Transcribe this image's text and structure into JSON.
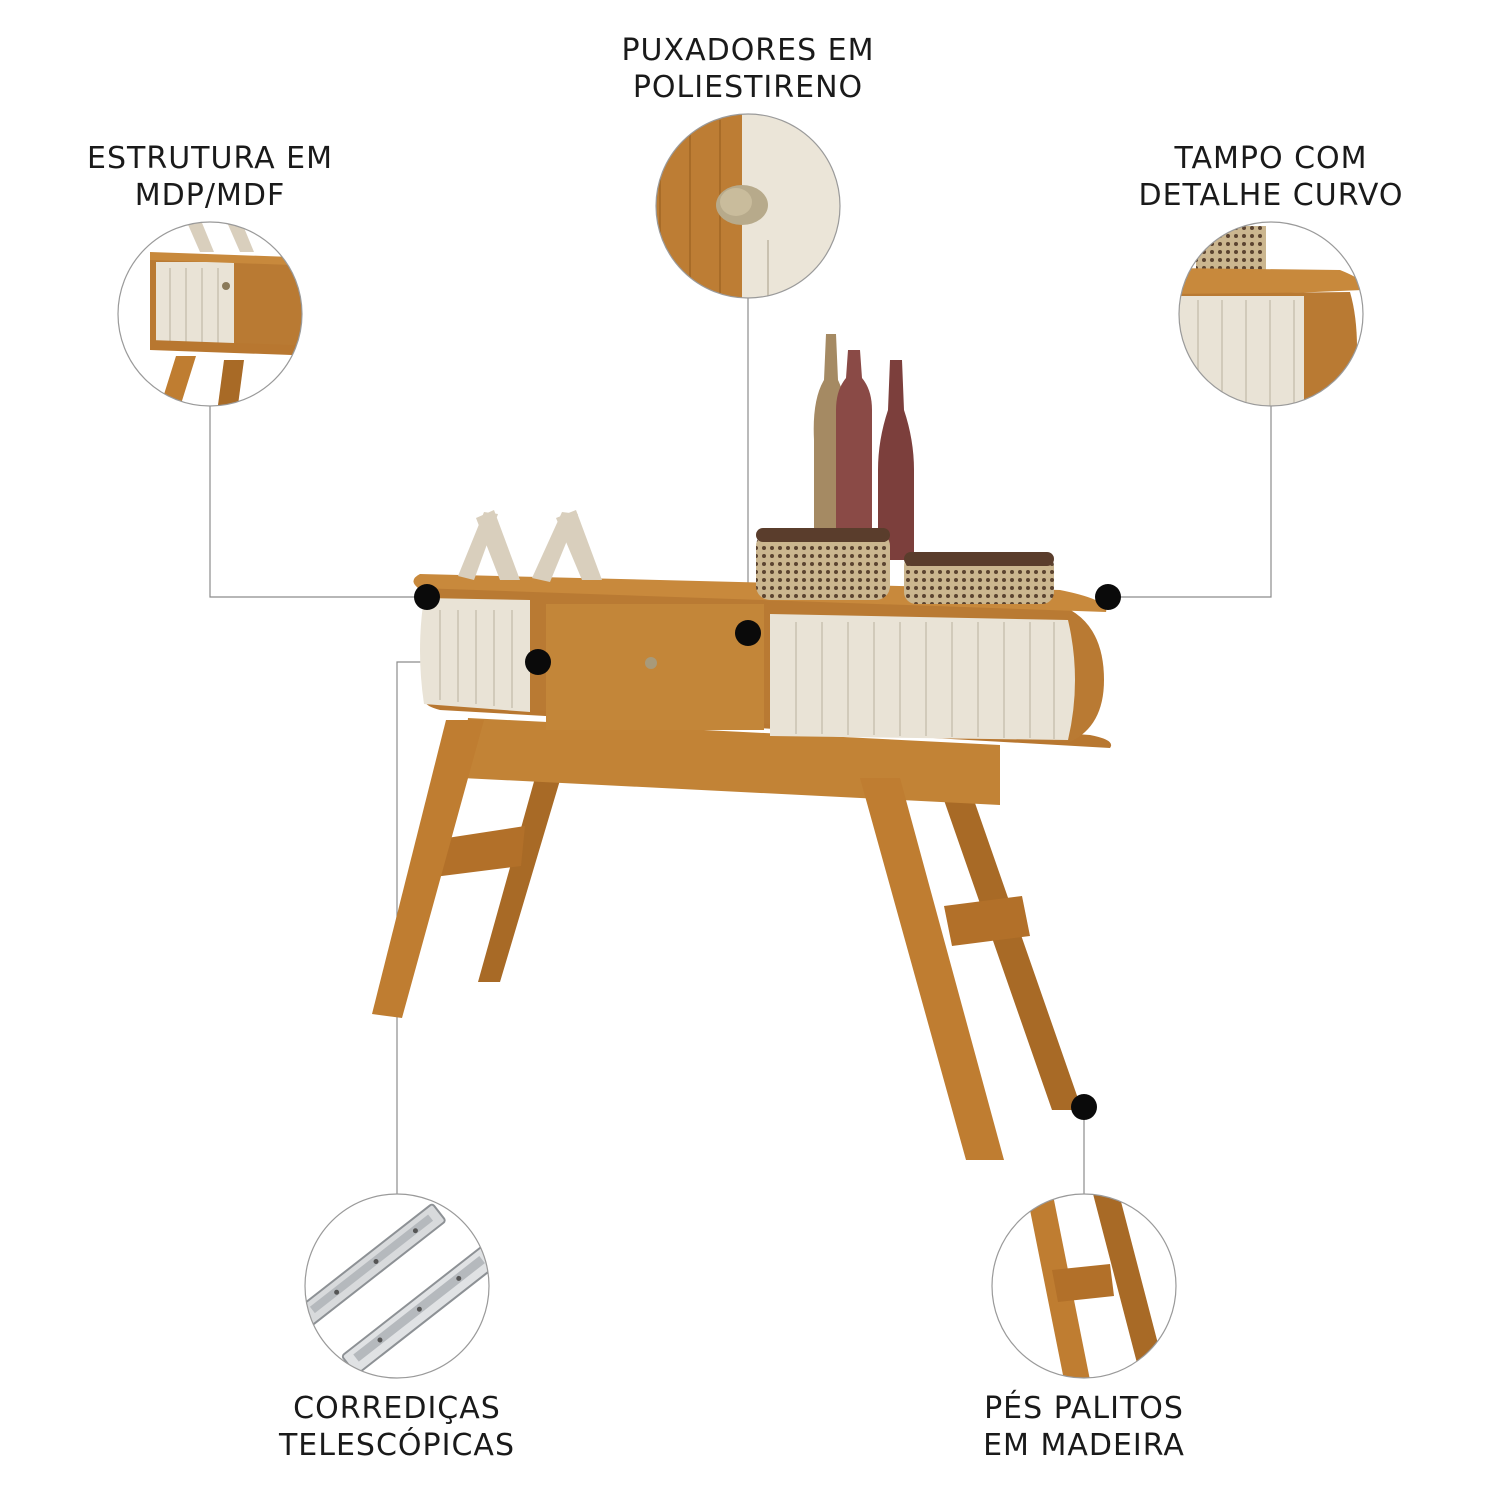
{
  "callouts": [
    {
      "id": "structure",
      "lines": [
        "ESTRUTURA EM",
        "MDP/MDF"
      ],
      "icon": "cabinet-detail-icon"
    },
    {
      "id": "handles",
      "lines": [
        "PUXADORES EM",
        "POLIESTIRENO"
      ],
      "icon": "knob-handle-icon"
    },
    {
      "id": "top",
      "lines": [
        "TAMPO COM",
        "DETALHE CURVO"
      ],
      "icon": "curved-top-icon"
    },
    {
      "id": "slides",
      "lines": [
        "CORREDIÇAS",
        "TELESCÓPICAS"
      ],
      "icon": "drawer-slides-icon"
    },
    {
      "id": "legs",
      "lines": [
        "PÉS PALITOS",
        "EM MADEIRA"
      ],
      "icon": "wooden-legs-icon"
    }
  ],
  "colors": {
    "wood": "#b8772c",
    "wood_dark": "#8f5a1e",
    "wood_light": "#cf9447",
    "cream": "#e9e3d6",
    "vase_red": "#8a4a46",
    "cane": "#c9b48e",
    "marker": "#0a0a0a",
    "leader": "#8c8c8c"
  }
}
